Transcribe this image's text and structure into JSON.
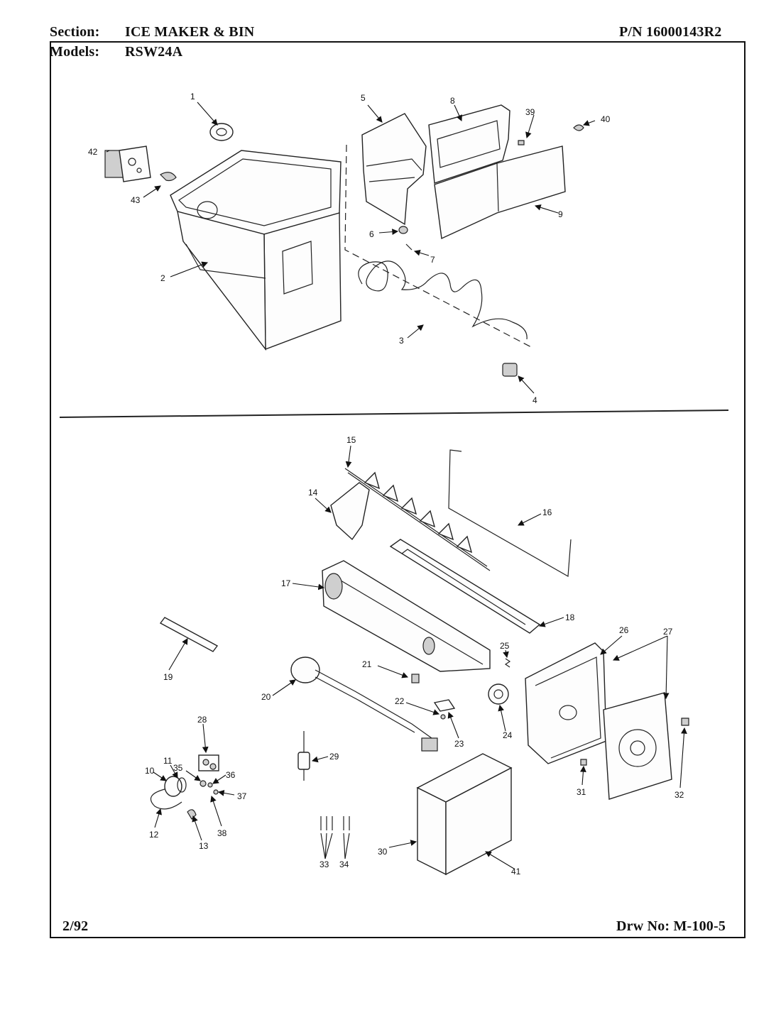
{
  "header": {
    "section_label": "Section:",
    "section_value": "ICE MAKER & BIN",
    "part_number": "P/N 16000143R2",
    "models_label": "Models:",
    "models_value": "RSW24A"
  },
  "footer": {
    "date": "2/92",
    "drawing_number": "Drw No: M-100-5"
  },
  "callouts": {
    "c1": "1",
    "c2": "2",
    "c3": "3",
    "c4": "4",
    "c5": "5",
    "c6": "6",
    "c7": "7",
    "c8": "8",
    "c9": "9",
    "c10": "10",
    "c11": "11",
    "c12": "12",
    "c13": "13",
    "c14": "14",
    "c15": "15",
    "c16": "16",
    "c17": "17",
    "c18": "18",
    "c19": "19",
    "c20": "20",
    "c21": "21",
    "c22": "22",
    "c23": "23",
    "c24": "24",
    "c25": "25",
    "c26": "26",
    "c27": "27",
    "c28": "28",
    "c29": "29",
    "c30": "30",
    "c31": "31",
    "c32": "32",
    "c33": "33",
    "c34": "34",
    "c35": "35",
    "c36": "36",
    "c37": "37",
    "c38": "38",
    "c39": "39",
    "c40": "40",
    "c41": "41",
    "c42": "42",
    "c43": "43"
  }
}
